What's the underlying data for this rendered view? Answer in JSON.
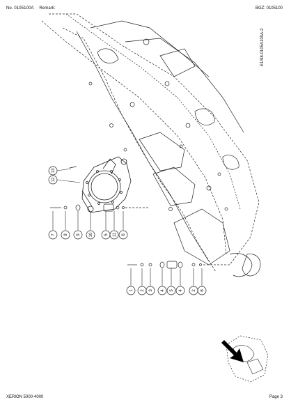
{
  "header": {
    "doc_number": "No. 0105100A",
    "remark_label": "Remark:",
    "bgz": "BGZ: 0105100"
  },
  "side_reference": "E1/98-0105A100A-2",
  "footer": {
    "model": "XERION 5000-4000",
    "page": "Page 3"
  },
  "callouts_group_a": [
    "7",
    "8",
    "9",
    "10",
    "5",
    "11",
    "6"
  ],
  "callouts_group_b": [
    "1",
    "2",
    "3",
    "4",
    "5",
    "4",
    "2",
    "6"
  ],
  "callouts_top": [
    "13",
    "12"
  ],
  "colors": {
    "line": "#222222",
    "paper": "#ffffff",
    "arrow": "#000000"
  }
}
